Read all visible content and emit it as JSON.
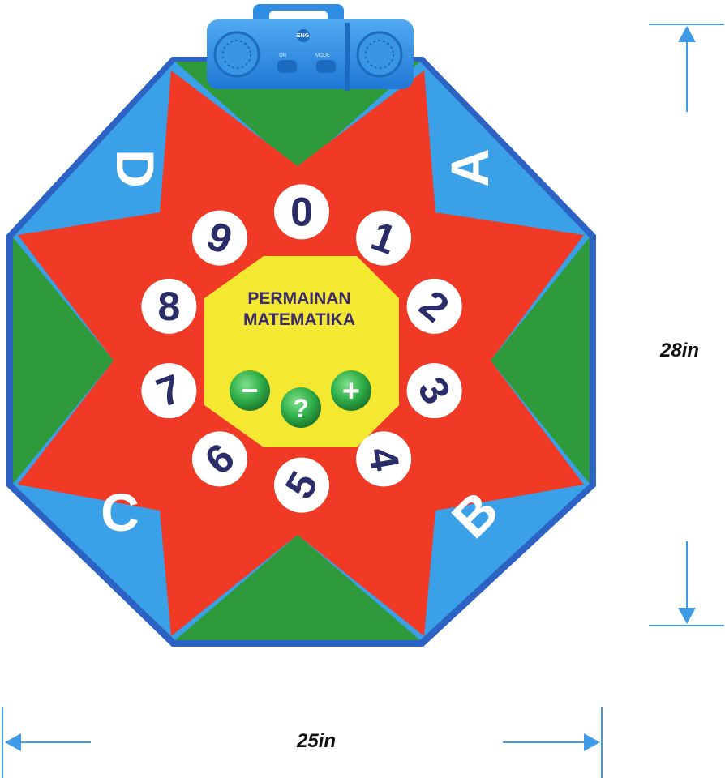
{
  "product": {
    "title_line1": "PERMAINAN",
    "title_line2": "MATEMATIKA",
    "corner_letters": {
      "top_right": "A",
      "bottom_right": "B",
      "bottom_left": "C",
      "top_left": "D"
    },
    "numbers": [
      "0",
      "1",
      "2",
      "3",
      "4",
      "5",
      "6",
      "7",
      "8",
      "9"
    ],
    "operators": {
      "minus": "−",
      "question": "?",
      "plus": "+"
    },
    "control_panel": {
      "lang_label": "ENG",
      "left_switch_label": "ON",
      "right_switch_label": "MODE"
    }
  },
  "dimensions": {
    "height": "28in",
    "width": "25in"
  },
  "colors": {
    "border_blue": "#2b62c4",
    "corner_blue": "#3aa0e8",
    "star_red": "#f03a26",
    "green": "#2f9a3c",
    "center_yellow": "#f5e830",
    "arrow_blue": "#3f9be8",
    "panel_blue": "#2f8de4",
    "title_text": "#3a2a6e",
    "number_text": "#2a2d6a"
  }
}
